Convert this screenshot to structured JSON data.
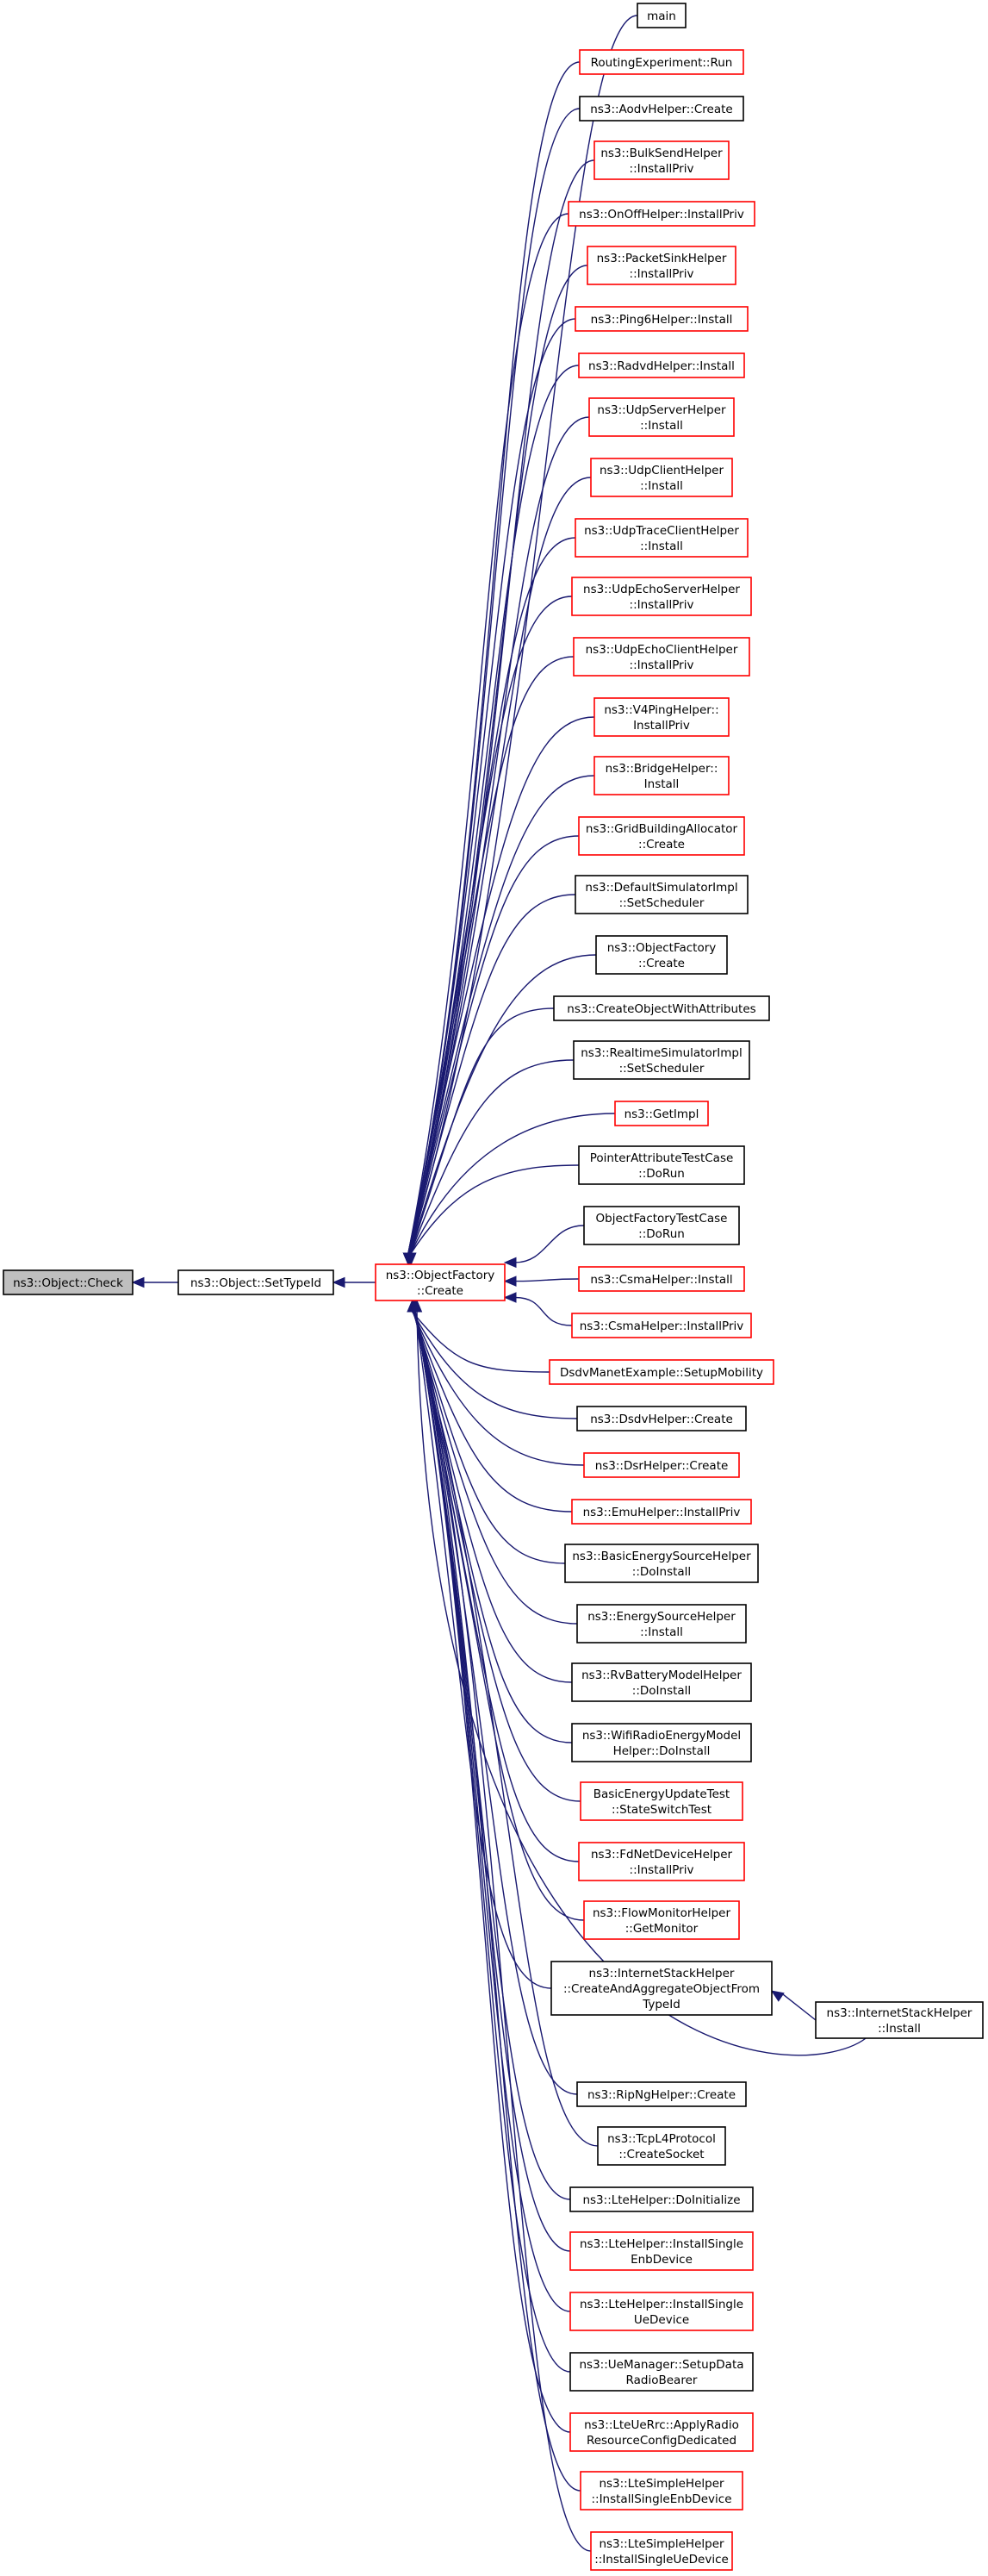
{
  "colors": {
    "edge": "#191970",
    "selected_fill": "#bfbfbf",
    "black_border": "#000000",
    "red_border": "#ff0000"
  },
  "nodes": {
    "root": {
      "lines": [
        "ns3::Object::Check"
      ],
      "border": "black",
      "selected": true
    },
    "settypeid": {
      "lines": [
        "ns3::Object::SetTypeId"
      ],
      "border": "black"
    },
    "factory_create": {
      "lines": [
        "ns3::ObjectFactory",
        "::Create"
      ],
      "border": "red"
    },
    "stack_install": {
      "lines": [
        "ns3::InternetStackHelper",
        "::Install"
      ],
      "border": "black"
    },
    "callers": [
      {
        "lines": [
          "main"
        ],
        "border": "black"
      },
      {
        "lines": [
          "RoutingExperiment::Run"
        ],
        "border": "red"
      },
      {
        "lines": [
          "ns3::AodvHelper::Create"
        ],
        "border": "black"
      },
      {
        "lines": [
          "ns3::BulkSendHelper",
          "::InstallPriv"
        ],
        "border": "red"
      },
      {
        "lines": [
          "ns3::OnOffHelper::InstallPriv"
        ],
        "border": "red"
      },
      {
        "lines": [
          "ns3::PacketSinkHelper",
          "::InstallPriv"
        ],
        "border": "red"
      },
      {
        "lines": [
          "ns3::Ping6Helper::Install"
        ],
        "border": "red"
      },
      {
        "lines": [
          "ns3::RadvdHelper::Install"
        ],
        "border": "red"
      },
      {
        "lines": [
          "ns3::UdpServerHelper",
          "::Install"
        ],
        "border": "red"
      },
      {
        "lines": [
          "ns3::UdpClientHelper",
          "::Install"
        ],
        "border": "red"
      },
      {
        "lines": [
          "ns3::UdpTraceClientHelper",
          "::Install"
        ],
        "border": "red"
      },
      {
        "lines": [
          "ns3::UdpEchoServerHelper",
          "::InstallPriv"
        ],
        "border": "red"
      },
      {
        "lines": [
          "ns3::UdpEchoClientHelper",
          "::InstallPriv"
        ],
        "border": "red"
      },
      {
        "lines": [
          "ns3::V4PingHelper::",
          "InstallPriv"
        ],
        "border": "red"
      },
      {
        "lines": [
          "ns3::BridgeHelper::",
          "Install"
        ],
        "border": "red"
      },
      {
        "lines": [
          "ns3::GridBuildingAllocator",
          "::Create"
        ],
        "border": "red"
      },
      {
        "lines": [
          "ns3::DefaultSimulatorImpl",
          "::SetScheduler"
        ],
        "border": "black"
      },
      {
        "lines": [
          "ns3::ObjectFactory",
          "::Create"
        ],
        "border": "black"
      },
      {
        "lines": [
          "ns3::CreateObjectWithAttributes"
        ],
        "border": "black"
      },
      {
        "lines": [
          "ns3::RealtimeSimulatorImpl",
          "::SetScheduler"
        ],
        "border": "black"
      },
      {
        "lines": [
          "ns3::GetImpl"
        ],
        "border": "red"
      },
      {
        "lines": [
          "PointerAttributeTestCase",
          "::DoRun"
        ],
        "border": "black"
      },
      {
        "lines": [
          "ObjectFactoryTestCase",
          "::DoRun"
        ],
        "border": "black"
      },
      {
        "lines": [
          "ns3::CsmaHelper::Install"
        ],
        "border": "red"
      },
      {
        "lines": [
          "ns3::CsmaHelper::InstallPriv"
        ],
        "border": "red"
      },
      {
        "lines": [
          "DsdvManetExample::SetupMobility"
        ],
        "border": "red"
      },
      {
        "lines": [
          "ns3::DsdvHelper::Create"
        ],
        "border": "black"
      },
      {
        "lines": [
          "ns3::DsrHelper::Create"
        ],
        "border": "red"
      },
      {
        "lines": [
          "ns3::EmuHelper::InstallPriv"
        ],
        "border": "red"
      },
      {
        "lines": [
          "ns3::BasicEnergySourceHelper",
          "::DoInstall"
        ],
        "border": "black"
      },
      {
        "lines": [
          "ns3::EnergySourceHelper",
          "::Install"
        ],
        "border": "black"
      },
      {
        "lines": [
          "ns3::RvBatteryModelHelper",
          "::DoInstall"
        ],
        "border": "black"
      },
      {
        "lines": [
          "ns3::WifiRadioEnergyModel",
          "Helper::DoInstall"
        ],
        "border": "black"
      },
      {
        "lines": [
          "BasicEnergyUpdateTest",
          "::StateSwitchTest"
        ],
        "border": "red"
      },
      {
        "lines": [
          "ns3::FdNetDeviceHelper",
          "::InstallPriv"
        ],
        "border": "red"
      },
      {
        "lines": [
          "ns3::FlowMonitorHelper",
          "::GetMonitor"
        ],
        "border": "red"
      },
      {
        "lines": [
          "ns3::InternetStackHelper",
          "::CreateAndAggregateObjectFrom",
          "TypeId"
        ],
        "border": "black"
      },
      {
        "lines": [
          "ns3::RipNgHelper::Create"
        ],
        "border": "black"
      },
      {
        "lines": [
          "ns3::TcpL4Protocol",
          "::CreateSocket"
        ],
        "border": "black"
      },
      {
        "lines": [
          "ns3::LteHelper::DoInitialize"
        ],
        "border": "black"
      },
      {
        "lines": [
          "ns3::LteHelper::InstallSingle",
          "EnbDevice"
        ],
        "border": "red"
      },
      {
        "lines": [
          "ns3::LteHelper::InstallSingle",
          "UeDevice"
        ],
        "border": "red"
      },
      {
        "lines": [
          "ns3::UeManager::SetupData",
          "RadioBearer"
        ],
        "border": "black"
      },
      {
        "lines": [
          "ns3::LteUeRrc::ApplyRadio",
          "ResourceConfigDedicated"
        ],
        "border": "red"
      },
      {
        "lines": [
          "ns3::LteSimpleHelper",
          "::InstallSingleEnbDevice"
        ],
        "border": "red"
      },
      {
        "lines": [
          "ns3::LteSimpleHelper",
          "::InstallSingleUeDevice"
        ],
        "border": "red"
      }
    ]
  }
}
